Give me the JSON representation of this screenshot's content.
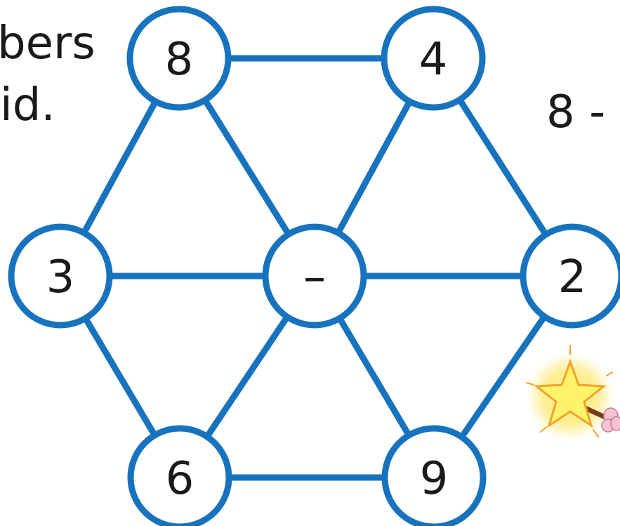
{
  "text_fragments": {
    "left_line_1": "bers",
    "left_line_2": "id.",
    "right_line_1": "8 -"
  },
  "nodes": [
    {
      "id": "top-left",
      "label": "8"
    },
    {
      "id": "top-right",
      "label": "4"
    },
    {
      "id": "middle-left",
      "label": "3"
    },
    {
      "id": "center",
      "label": "–"
    },
    {
      "id": "middle-right",
      "label": "2"
    },
    {
      "id": "bottom-left",
      "label": "6"
    },
    {
      "id": "bottom-right",
      "label": "9"
    }
  ],
  "edges": [
    [
      "top-left",
      "top-right"
    ],
    [
      "top-left",
      "middle-left"
    ],
    [
      "top-left",
      "center"
    ],
    [
      "top-right",
      "center"
    ],
    [
      "top-right",
      "middle-right"
    ],
    [
      "middle-left",
      "center"
    ],
    [
      "center",
      "middle-right"
    ],
    [
      "middle-left",
      "bottom-left"
    ],
    [
      "center",
      "bottom-left"
    ],
    [
      "center",
      "bottom-right"
    ],
    [
      "middle-right",
      "bottom-right"
    ],
    [
      "bottom-left",
      "bottom-right"
    ]
  ],
  "colors": {
    "line": "#1773be",
    "node_fill": "#ffffff",
    "text": "#1a1a1a",
    "star": "#fff36b",
    "star_stroke": "#f2a22c",
    "wand": "#7a3b1e",
    "hand": "#f6c4cf"
  },
  "decoration": {
    "icon": "magic-wand-star-icon"
  }
}
